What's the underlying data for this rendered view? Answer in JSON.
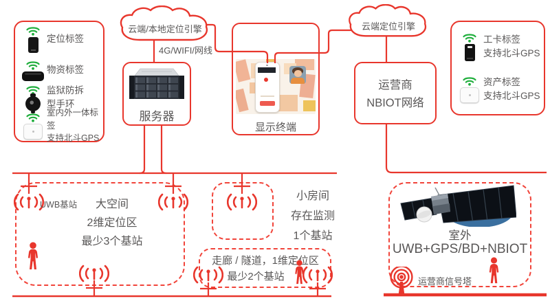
{
  "colors": {
    "red": "#e8362c",
    "dash_red": "#f1443a",
    "text_gray": "#595757",
    "wifi_green": "#1fae3c"
  },
  "left_panel": {
    "items": [
      {
        "icon": "locator-tag",
        "lines": [
          "定位标签"
        ]
      },
      {
        "icon": "material-tag",
        "lines": [
          "物资标签"
        ]
      },
      {
        "icon": "wristband",
        "lines": [
          "监狱防拆",
          "型手环"
        ]
      },
      {
        "icon": "indoor-outdoor-tag",
        "lines": [
          "室内外一体标签",
          "支持北斗GPS"
        ]
      }
    ]
  },
  "right_panel": {
    "items": [
      {
        "icon": "work-card-tag",
        "lines": [
          "工卡标签",
          "支持北斗GPS"
        ]
      },
      {
        "icon": "asset-tag",
        "lines": [
          "资产标签",
          "支持北斗GPS"
        ]
      }
    ]
  },
  "cloud_left": {
    "label": "云端/本地定位引擎"
  },
  "cloud_right": {
    "label": "云端定位引擎"
  },
  "link_label": "4G/WIFI/网线",
  "server": {
    "label": "服务器"
  },
  "display_terminal": {
    "label": "显示终端"
  },
  "nbiot": {
    "lines": [
      "运营商",
      "NBIOT网络"
    ]
  },
  "zone_large": {
    "lines": [
      "大空间",
      "2维定位区",
      "最少3个基站"
    ],
    "station_label": "UWB基站"
  },
  "zone_small": {
    "lines": [
      "小房间",
      "存在监测",
      "1个基站"
    ]
  },
  "zone_corridor": {
    "lines": [
      "走廊 / 隧道，1维定位区",
      "最少2个基站"
    ]
  },
  "zone_outdoor": {
    "title": "室外",
    "subtitle": "UWB+GPS/BD+NBIOT",
    "tower_label": "运营商信号塔"
  }
}
